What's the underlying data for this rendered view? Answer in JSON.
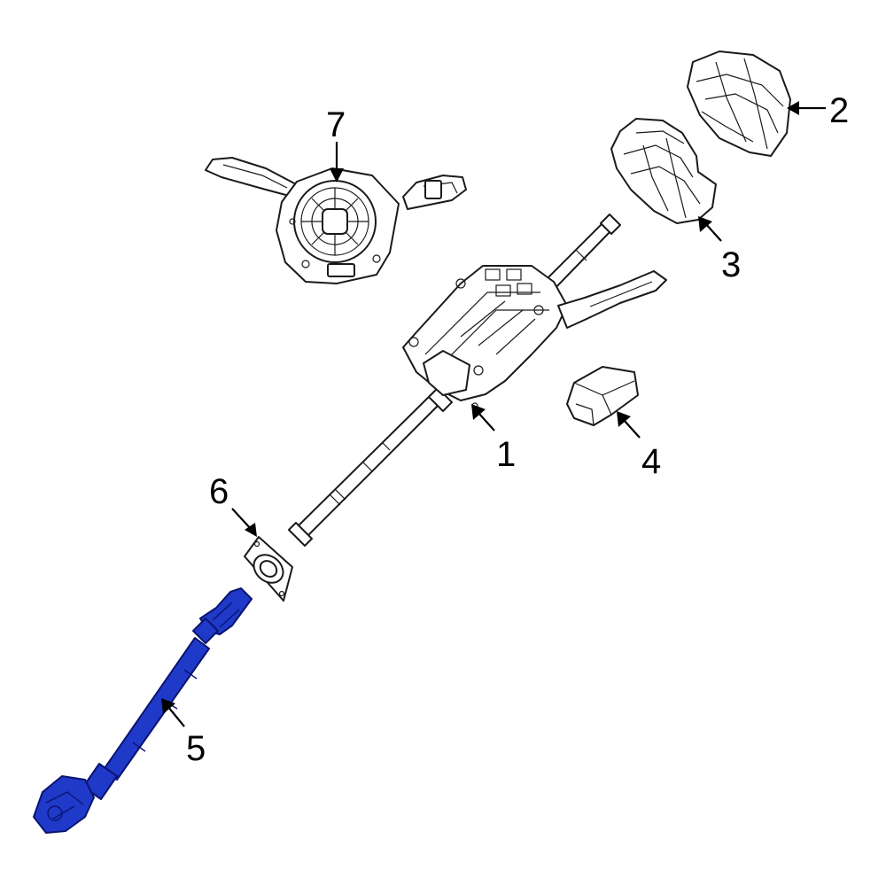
{
  "callouts": [
    {
      "label": "1"
    },
    {
      "label": "2"
    },
    {
      "label": "3"
    },
    {
      "label": "4"
    },
    {
      "label": "5"
    },
    {
      "label": "6"
    },
    {
      "label": "7"
    }
  ],
  "colors": {
    "line": "#1a1a1a",
    "highlight": "#1f39c9",
    "highlight_outline": "#0a1470",
    "background": "#ffffff"
  }
}
